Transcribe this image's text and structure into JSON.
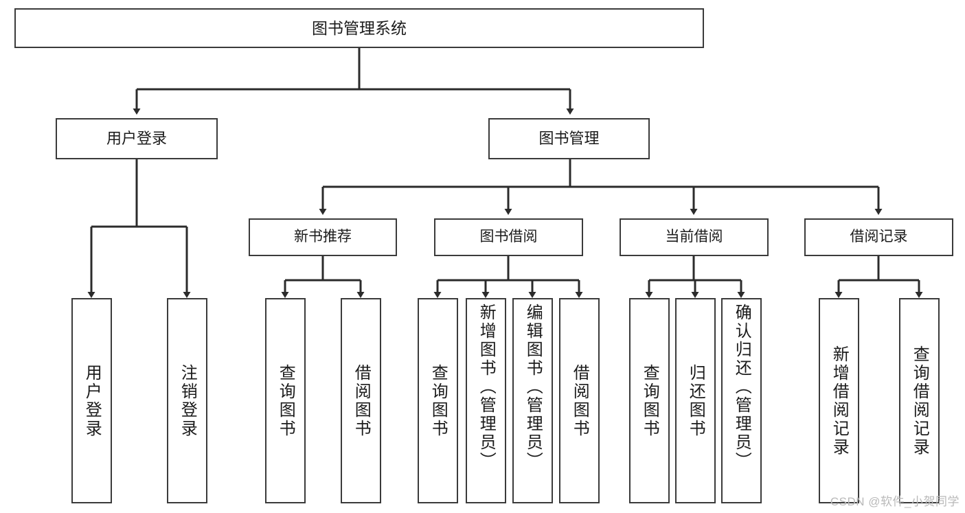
{
  "diagram": {
    "title": "图书管理系统",
    "type": "tree-hierarchy-diagram",
    "colors": {
      "box_border": "#3a3a3a",
      "box_fill": "#ffffff",
      "edge": "#2b2b2b",
      "text": "#1b1b1b",
      "watermark": "#b9b9b9",
      "background": "#ffffff"
    }
  },
  "root": {
    "label": "图书管理系统"
  },
  "level2": [
    {
      "label": "用户登录"
    },
    {
      "label": "图书管理"
    }
  ],
  "level3": [
    {
      "label": "新书推荐"
    },
    {
      "label": "图书借阅"
    },
    {
      "label": "当前借阅"
    },
    {
      "label": "借阅记录"
    }
  ],
  "leaves": {
    "user_login": [
      {
        "label": "用户登录"
      },
      {
        "label": "注销登录"
      }
    ],
    "new_book_recommend": [
      {
        "label": "查询图书"
      },
      {
        "label": "借阅图书"
      }
    ],
    "book_borrow": [
      {
        "label": "查询图书"
      },
      {
        "label": "新增图书（管理员）"
      },
      {
        "label": "编辑图书（管理员）"
      },
      {
        "label": "借阅图书"
      }
    ],
    "current_borrow": [
      {
        "label": "查询图书"
      },
      {
        "label": "归还图书"
      },
      {
        "label": "确认归还（管理员）"
      }
    ],
    "borrow_record": [
      {
        "label": "新增借阅记录"
      },
      {
        "label": "查询借阅记录"
      }
    ]
  },
  "watermark": {
    "text": "CSDN @软件_小贺同学"
  }
}
